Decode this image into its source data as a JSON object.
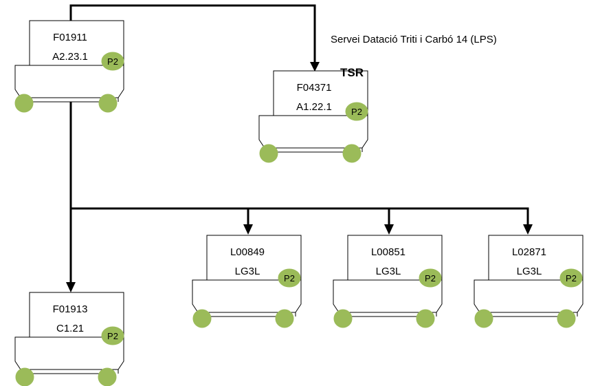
{
  "caption": "Servei Datació Triti i Carbó 14 (LPS)",
  "tag": "TSR",
  "colors": {
    "wheel": "#9bbb59",
    "line": "#000000"
  },
  "units": [
    {
      "id": "F01911",
      "code": "A2.23.1",
      "badge": "P2"
    },
    {
      "id": "F04371",
      "code": "A1.22.1",
      "badge": "P2"
    },
    {
      "id": "F01913",
      "code": "C1.21",
      "badge": "P2"
    },
    {
      "id": "L00849",
      "code": "LG3L",
      "badge": "P2"
    },
    {
      "id": "L00851",
      "code": "LG3L",
      "badge": "P2"
    },
    {
      "id": "L02871",
      "code": "LG3L",
      "badge": "P2"
    }
  ]
}
